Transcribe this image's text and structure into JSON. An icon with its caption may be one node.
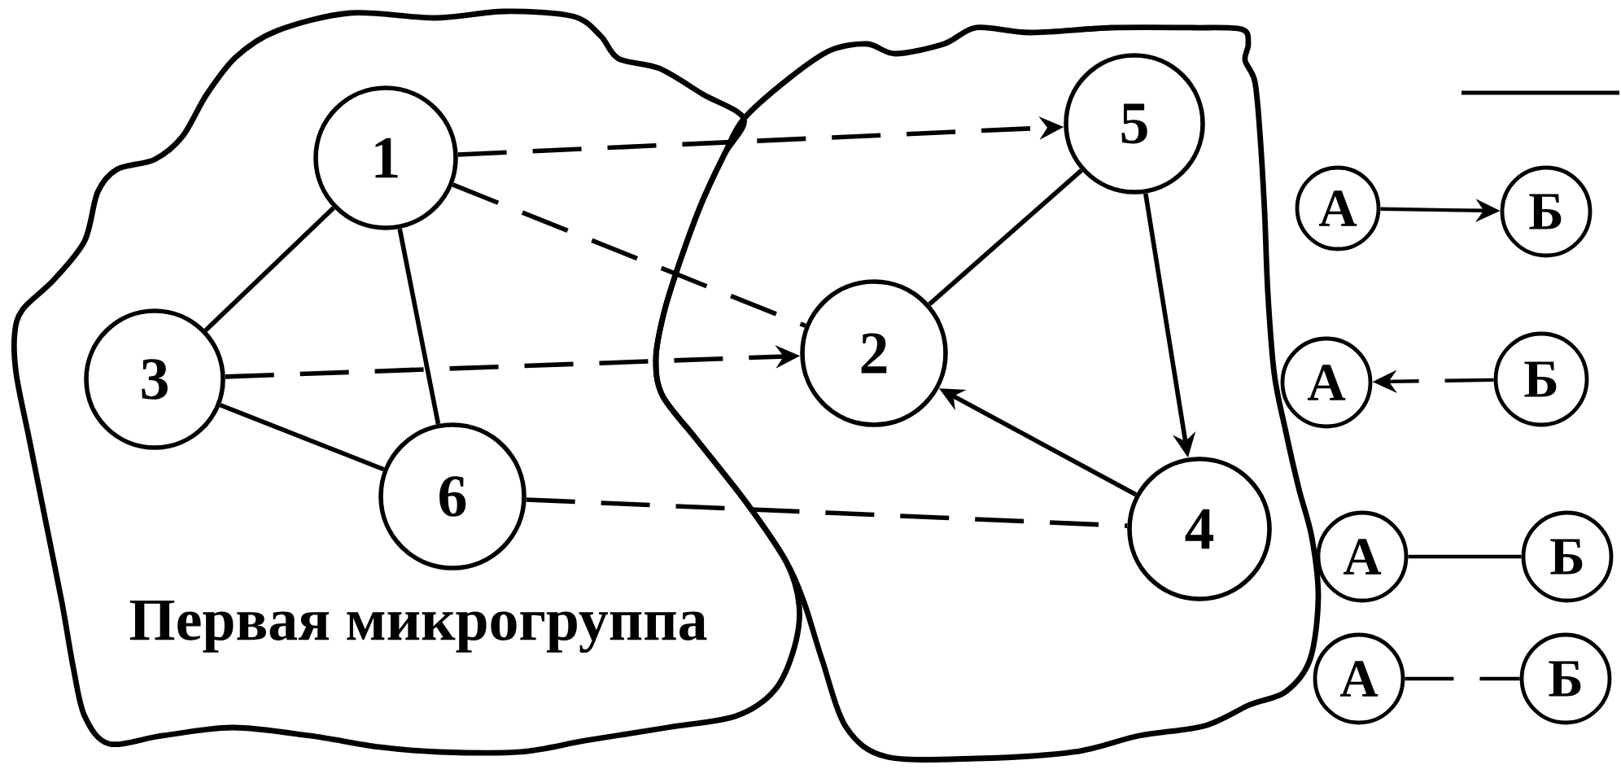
{
  "diagram": {
    "nodes": [
      {
        "text": [
          "Первая микрогруппа"
        ]
      },
      {
        "text": [
          "1"
        ],
        "in": 0
      },
      {
        "text": [
          "3"
        ],
        "in": 0
      },
      {
        "text": [
          "6"
        ],
        "in": 0
      },
      {
        "text": [],
        "shape": "blob"
      },
      {
        "text": [
          "5"
        ],
        "in": 4
      },
      {
        "text": [
          "2"
        ],
        "in": 4
      },
      {
        "text": [
          "4"
        ],
        "in": 4
      },
      {
        "text": [
          "А"
        ]
      },
      {
        "text": [
          "Б"
        ]
      },
      {
        "text": [
          "А"
        ]
      },
      {
        "text": [
          "Б"
        ]
      },
      {
        "text": [
          "А"
        ]
      },
      {
        "text": [
          "Б"
        ]
      },
      {
        "text": [
          "А"
        ]
      },
      {
        "text": [
          "Б"
        ]
      }
    ],
    "edges": [
      {
        "from": 1,
        "to": 2,
        "arrow": "none"
      },
      {
        "from": 1,
        "to": 3,
        "arrow": "none"
      },
      {
        "from": 2,
        "to": 3,
        "arrow": "none"
      },
      {
        "from": 1,
        "to": 5,
        "arrow": "to",
        "style": "dashed"
      },
      {
        "from": 1,
        "to": 6,
        "arrow": "none",
        "style": "dashed"
      },
      {
        "from": 2,
        "to": 6,
        "arrow": "to",
        "style": "dashed"
      },
      {
        "from": 3,
        "to": 7,
        "arrow": "none",
        "style": "dashed"
      },
      {
        "from": 5,
        "to": 6,
        "arrow": "none"
      },
      {
        "from": 5,
        "to": 7,
        "arrow": "to"
      },
      {
        "from": 7,
        "to": 6,
        "arrow": "to"
      },
      {
        "from": 8,
        "to": 9,
        "arrow": "to"
      },
      {
        "from": 11,
        "to": 10,
        "arrow": "to",
        "style": "dashed"
      },
      {
        "from": 12,
        "to": 13,
        "arrow": "none"
      },
      {
        "from": 14,
        "to": 15,
        "arrow": "none",
        "style": "dashed"
      }
    ]
  }
}
